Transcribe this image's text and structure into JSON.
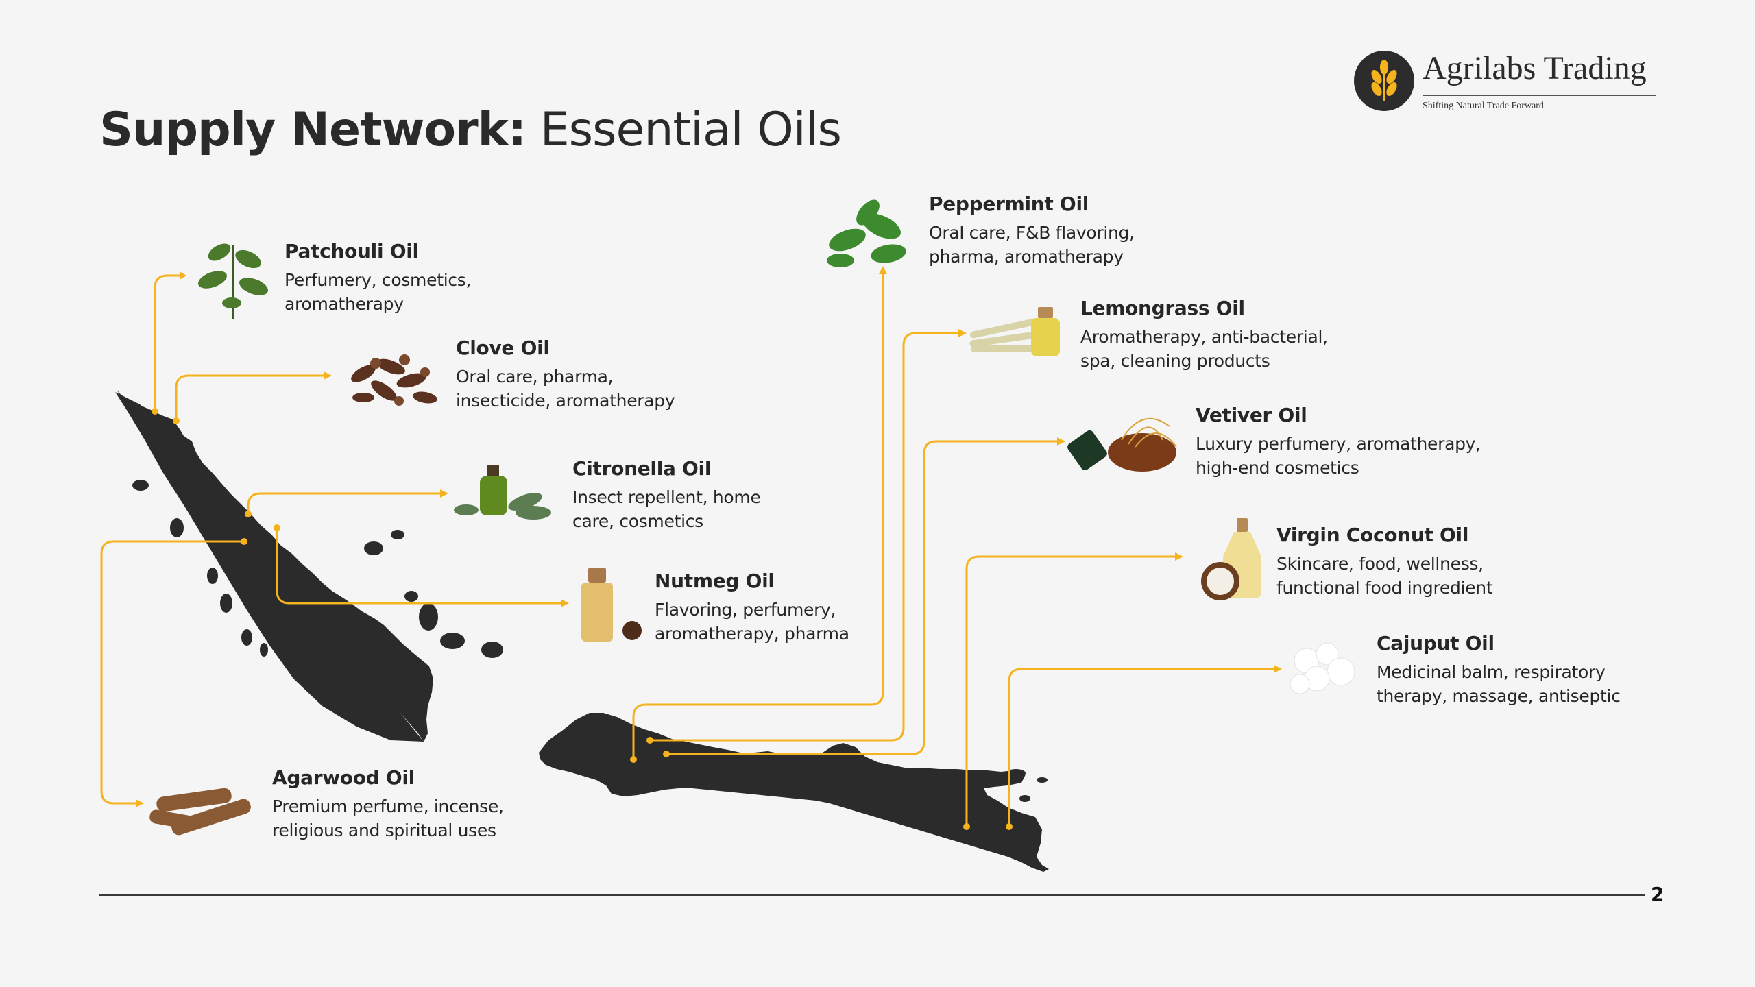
{
  "slide": {
    "title_bold": "Supply Network:",
    "title_regular": "Essential Oils",
    "page_number": "2"
  },
  "brand": {
    "name": "Agrilabs Trading",
    "tagline": "Shifting Natural Trade Forward",
    "accent_color": "#F5B31E",
    "dark_color": "#2C2C2C"
  },
  "oils": [
    {
      "name": "Patchouli Oil",
      "line1": "Perfumery, cosmetics,",
      "line2": "aromatherapy",
      "icon": "patchouli-leaves-icon",
      "island": "Sumatra"
    },
    {
      "name": "Clove Oil",
      "line1": "Oral care, pharma,",
      "line2": "insecticide, aromatherapy",
      "icon": "cloves-icon",
      "island": "Sumatra"
    },
    {
      "name": "Citronella Oil",
      "line1": "Insect repellent, home",
      "line2": "care, cosmetics",
      "icon": "citronella-bottle-icon",
      "island": "Sumatra"
    },
    {
      "name": "Nutmeg Oil",
      "line1": "Flavoring, perfumery,",
      "line2": "aromatherapy, pharma",
      "icon": "nutmeg-bottle-icon",
      "island": "Sumatra"
    },
    {
      "name": "Agarwood Oil",
      "line1": "Premium perfume, incense,",
      "line2": "religious and spiritual uses",
      "icon": "agarwood-chips-icon",
      "island": "Sumatra"
    },
    {
      "name": "Peppermint Oil",
      "line1": "Oral care, F&B flavoring,",
      "line2": "pharma, aromatherapy",
      "icon": "peppermint-leaves-icon",
      "island": "Java"
    },
    {
      "name": "Lemongrass Oil",
      "line1": "Aromatherapy, anti-bacterial,",
      "line2": "spa, cleaning products",
      "icon": "lemongrass-bottle-icon",
      "island": "Java"
    },
    {
      "name": "Vetiver Oil",
      "line1": "Luxury perfumery, aromatherapy,",
      "line2": "high-end cosmetics",
      "icon": "vetiver-roots-icon",
      "island": "Java"
    },
    {
      "name": "Virgin Coconut Oil",
      "line1": "Skincare, food, wellness,",
      "line2": "functional food ingredient",
      "icon": "coconut-oil-icon",
      "island": "Java"
    },
    {
      "name": "Cajuput Oil",
      "line1": "Medicinal balm, respiratory",
      "line2": "therapy, massage, antiseptic",
      "icon": "cajuput-flower-icon",
      "island": "Java"
    }
  ]
}
